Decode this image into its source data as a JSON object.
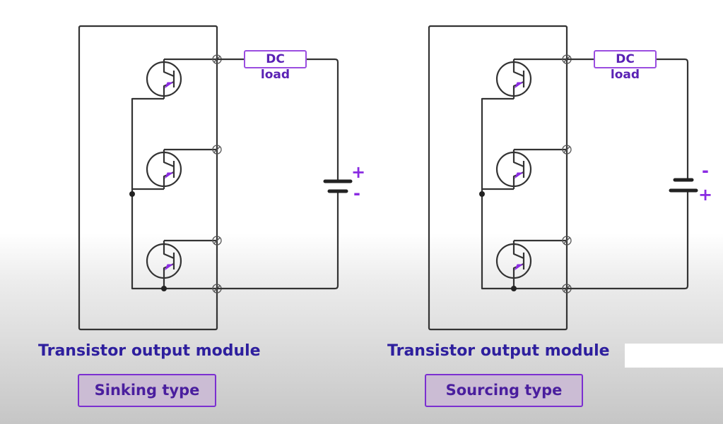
{
  "panels": [
    {
      "id": "sinking",
      "load_label": "DC load",
      "battery_top_sign": "+",
      "battery_bottom_sign": "-",
      "module_title": "Transistor output module",
      "type_label": "Sinking type"
    },
    {
      "id": "sourcing",
      "load_label": "DC load",
      "battery_top_sign": "-",
      "battery_bottom_sign": "+",
      "module_title": "Transistor output module",
      "type_label": "Sourcing type"
    }
  ],
  "colors": {
    "accent_purple": "#8a2be2",
    "title_blue": "#2e1f9e",
    "type_box_fill": "#cbbcd4",
    "wire": "#333333"
  }
}
